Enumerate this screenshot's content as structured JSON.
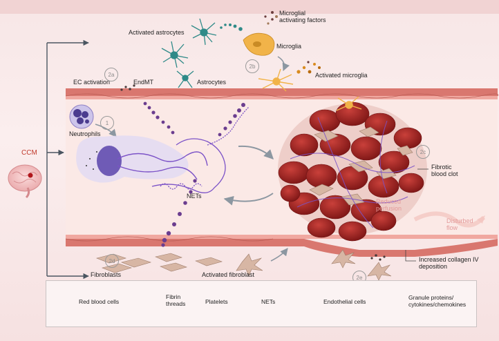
{
  "labels": {
    "ccm": "CCM",
    "activated_astrocytes": "Activated astrocytes",
    "microglial_factors": "Microglial\nactivating factors",
    "microglia": "Microglia",
    "ec_activation": "EC activation",
    "endmt": "EndMT",
    "astrocytes": "Astrocytes",
    "activated_microglia": "Activated microglia",
    "neutrophils": "Neutrophils",
    "nets": "NETs",
    "fibrotic_blood_clot": "Fibrotic\nblood clot",
    "reduced_perfusion": "Reduced\nperfusion",
    "disturbed_flow": "Disturbed\nflow",
    "fibroblasts": "Fibroblasts",
    "activated_fibroblast": "Activated fibroblast",
    "increased_collagen": "Increased collagen IV\ndeposition"
  },
  "steps": {
    "s1": "1",
    "s2a": "2a",
    "s2b": "2b",
    "s2c": "2c",
    "s2d": "2d",
    "s2e": "2e"
  },
  "legend": {
    "red_blood_cells": "Red blood cells",
    "fibrin_threads": "Fibrin\nthreads",
    "platelets": "Platelets",
    "nets": "NETs",
    "endothelial_cells": "Endothelial cells",
    "granule_proteins": "Granule proteins/\ncytokines/chemokines"
  },
  "colors": {
    "vessel_wall": "#d9776f",
    "vessel_lumen": "#fbe9e6",
    "rbc": "#9b1f1f",
    "net_purple": "#7b52c7",
    "astrocyte_teal": "#2f8a88",
    "microglia_orange": "#f1b349",
    "fibroblast_tan": "#d7b6a4",
    "ccm_red": "#c0392b"
  }
}
